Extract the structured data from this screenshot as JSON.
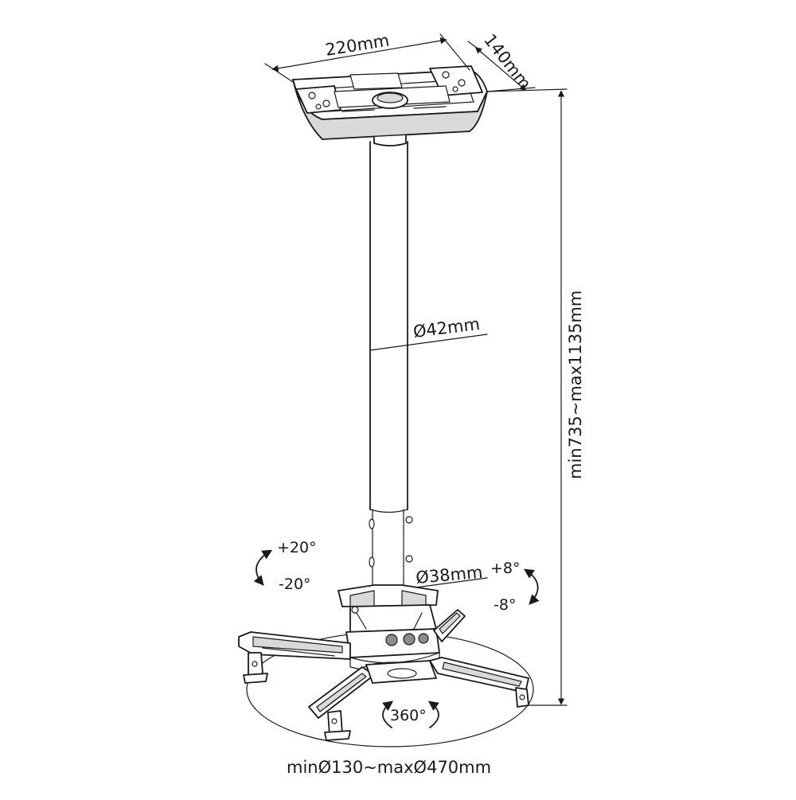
{
  "dimensions": {
    "plate_width": "220mm",
    "plate_depth": "140mm",
    "height_range": "min735~max1135mm",
    "pole_diameter": "Ø42mm",
    "inner_pole_diameter": "Ø38mm",
    "arm_span": "minØ130~maxØ470mm"
  },
  "angles": {
    "tilt_up": "+20°",
    "tilt_down": "-20°",
    "swivel_plus": "+8°",
    "swivel_minus": "-8°",
    "rotation": "360°"
  },
  "colors": {
    "line": "#1a1a1a",
    "shade": "#d9d9d9",
    "dark": "#8c8c8c"
  }
}
